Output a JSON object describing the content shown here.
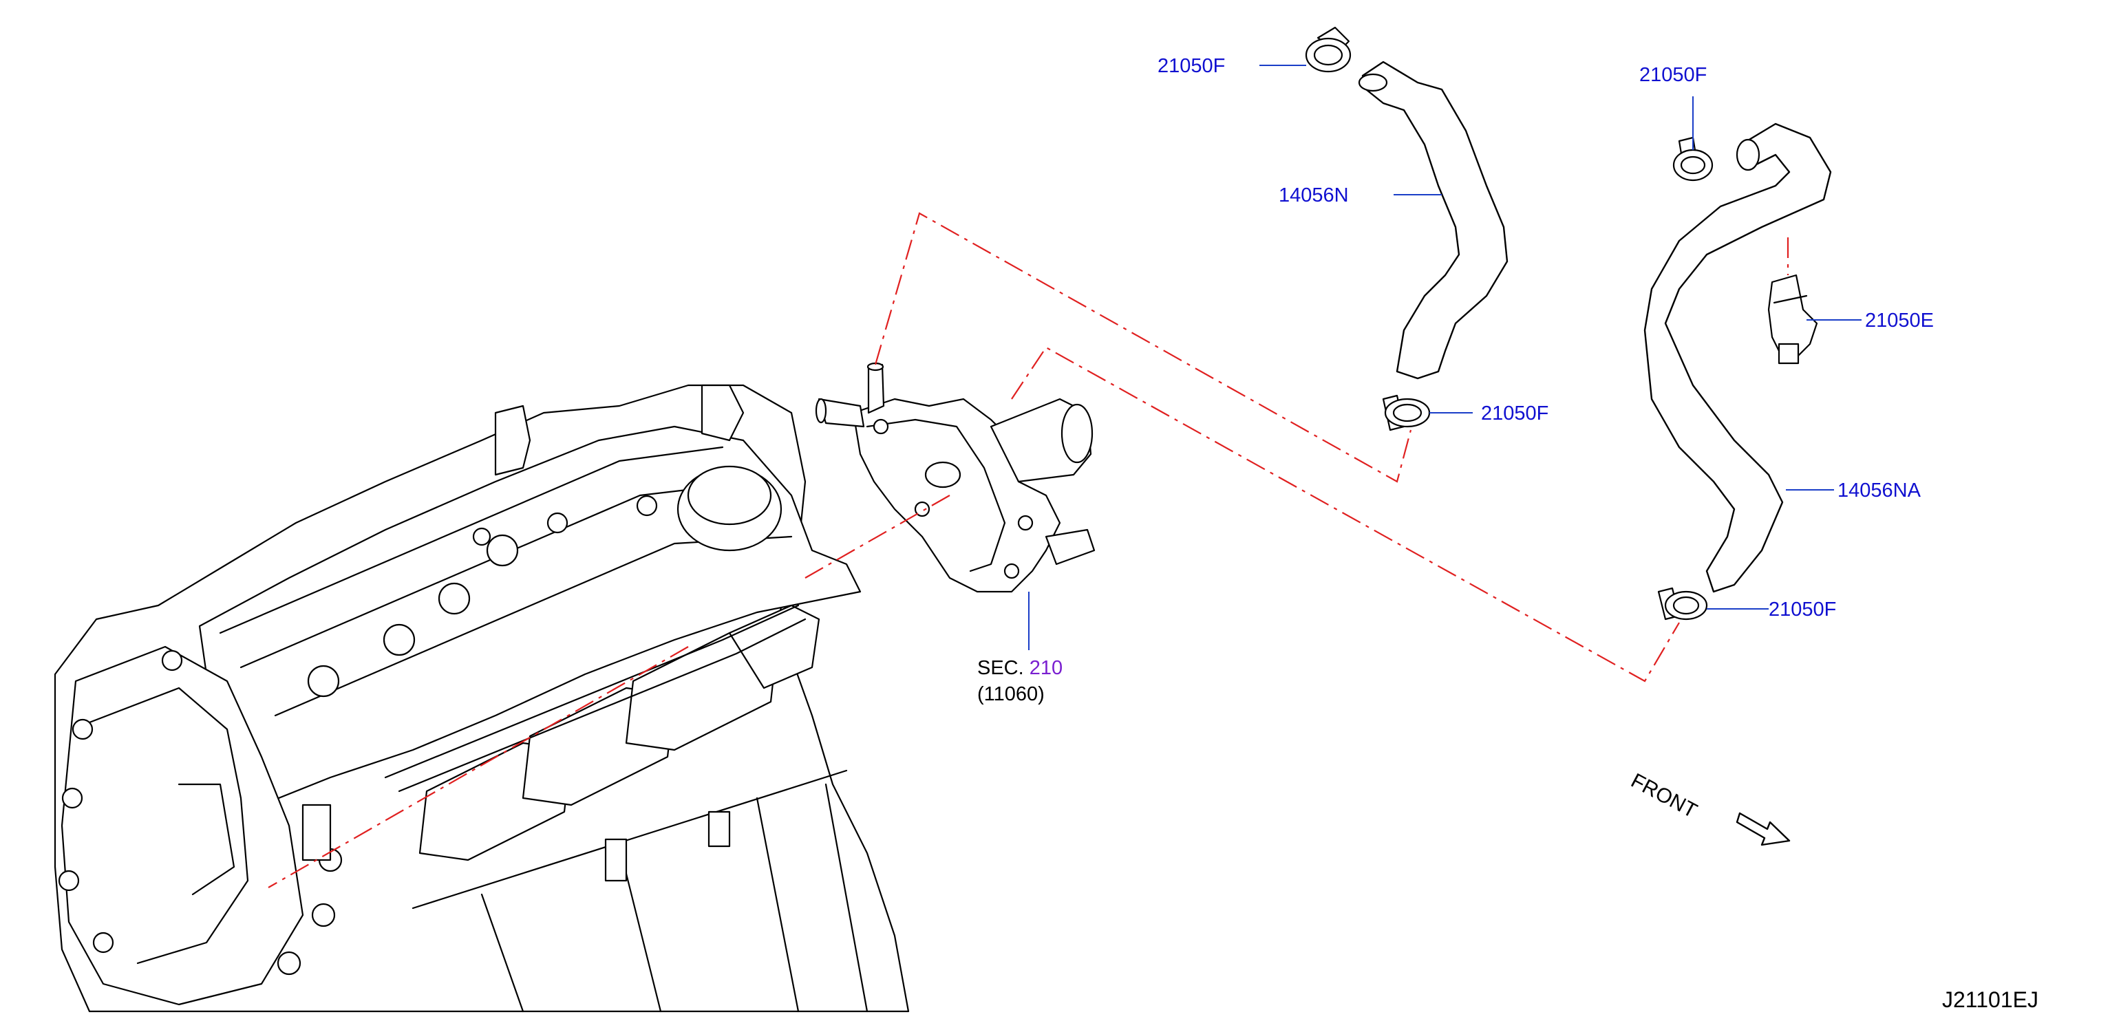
{
  "callouts": {
    "clamp_top_left": "21050F",
    "hose_left": "14056N",
    "clamp_left_lower": "21050F",
    "clamp_top_right": "21050F",
    "clip_right": "21050E",
    "hose_right": "14056NA",
    "clamp_right_lower": "21050F"
  },
  "section_ref": {
    "prefix": "SEC.",
    "number": "210",
    "code": "(11060)"
  },
  "direction_label": "FRONT",
  "diagram_id": "J21101EJ",
  "colors": {
    "callout_text": "#1010d0",
    "section_number": "#7a1fd0",
    "leader_line": "#1a3ec8",
    "connection_line": "#e02020",
    "linework": "#000000"
  }
}
